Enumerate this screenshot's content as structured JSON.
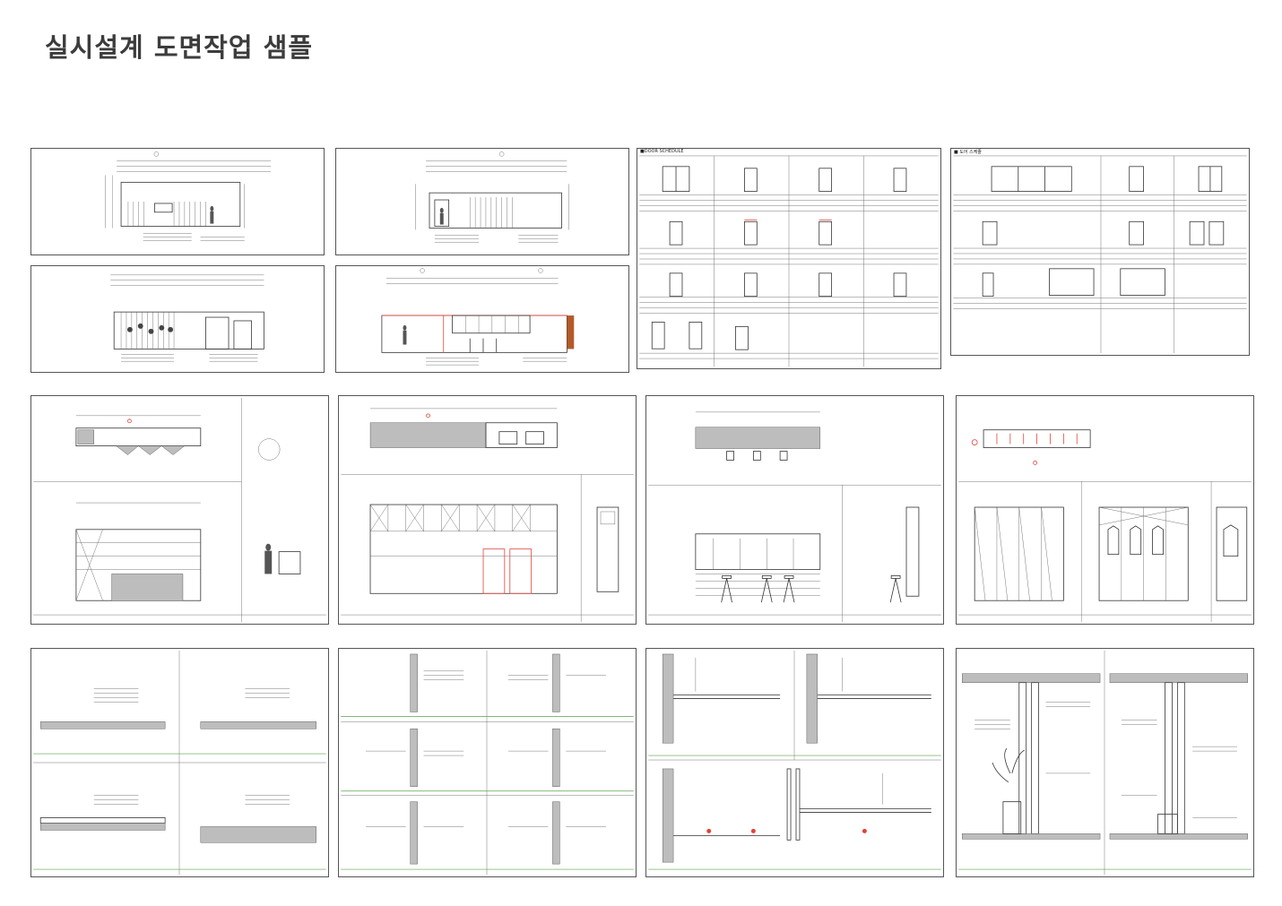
{
  "page": {
    "title": "실시설계 도면작업 샘플"
  },
  "sheets": {
    "door_schedule_title": "■DOOR SCHEDULE",
    "door_spec_title": "■ 도어 스케줄"
  },
  "colors": {
    "title": "#3c3c3c",
    "line": "#333333",
    "accent_red": "#e0443a",
    "accent_green": "#5aa24a"
  }
}
